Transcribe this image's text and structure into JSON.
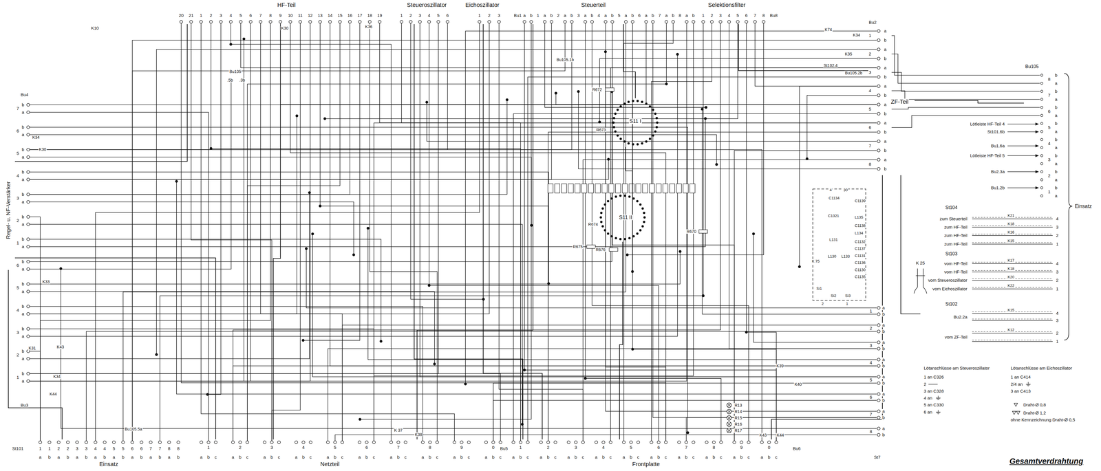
{
  "diagram": {
    "title": "Gesamtverdrahtung",
    "nodes": [
      {
        "text": [
          "HF-Teil"
        ]
      },
      {
        "text": [
          "Steueroszillator"
        ]
      },
      {
        "text": [
          "Eichoszillator"
        ]
      },
      {
        "text": [
          "Steuerteil"
        ]
      },
      {
        "text": [
          "Selektionsfilter"
        ]
      },
      {
        "text": [
          "ZF-Teil"
        ]
      },
      {
        "text": [
          "Regel- u. NF-Verstärker"
        ]
      },
      {
        "text": [
          "Einsatz"
        ]
      },
      {
        "text": [
          "Netzteil"
        ]
      },
      {
        "text": [
          "Frontplatte"
        ]
      },
      {
        "text": [
          "Bu105"
        ]
      },
      {
        "text": [
          "St104"
        ]
      },
      {
        "text": [
          "St103"
        ]
      },
      {
        "text": [
          "St102"
        ]
      },
      {
        "text": [
          "S11 I"
        ]
      },
      {
        "text": [
          "S11 II"
        ]
      }
    ],
    "edges": [
      {
        "from": 0,
        "to": 6,
        "arrow": "none"
      },
      {
        "from": 0,
        "to": 8,
        "arrow": "none"
      },
      {
        "from": 1,
        "to": 9,
        "arrow": "none"
      },
      {
        "from": 2,
        "to": 9,
        "arrow": "none"
      },
      {
        "from": 3,
        "to": 14,
        "arrow": "none"
      },
      {
        "from": 14,
        "to": 15,
        "arrow": "none"
      },
      {
        "from": 4,
        "to": 5,
        "arrow": "none"
      },
      {
        "from": 6,
        "to": 7,
        "arrow": "none"
      },
      {
        "from": 15,
        "to": 9,
        "arrow": "none"
      },
      {
        "from": 5,
        "to": 9,
        "arrow": "none"
      },
      {
        "from": 8,
        "to": 6,
        "arrow": "none"
      },
      {
        "from": 3,
        "to": 8,
        "arrow": "none"
      },
      {
        "from": 5,
        "to": 10,
        "arrow": "none"
      },
      {
        "from": 13,
        "to": 5,
        "arrow": "none"
      }
    ],
    "labels": [
      "20",
      "21",
      "1",
      "2",
      "3",
      "4",
      "5",
      "6",
      "7",
      "8",
      "9",
      "10",
      "11",
      "12",
      "13",
      "14",
      "15",
      "16",
      "17",
      "18",
      "19",
      "1",
      "2",
      "3",
      "4",
      "5",
      "6",
      "1",
      "2",
      "3",
      "Bu1",
      "a",
      "b",
      "1",
      "a",
      "b",
      "2",
      "a",
      "b",
      "3",
      "a",
      "b",
      "4",
      "a",
      "b",
      "5",
      "a",
      "b",
      "6",
      "a",
      "b",
      "7",
      "a",
      "b",
      "8",
      "a",
      "b",
      "1",
      "2",
      "3",
      "4",
      "5",
      "6",
      "7",
      "8",
      "Bu8",
      "Bu2",
      "a",
      "b",
      "a",
      "b",
      "a",
      "b",
      "a",
      "b",
      "a",
      "b",
      "a",
      "b",
      "a",
      "b",
      "a",
      "b",
      "1",
      "2",
      "3",
      "4",
      "5",
      "6",
      "7",
      "8",
      "b",
      "a",
      "b",
      "a",
      "b",
      "a",
      "b",
      "a",
      "b",
      "a",
      "b",
      "a",
      "b",
      "a",
      "b",
      "a",
      "8",
      "7",
      "6",
      "5",
      "4",
      "3",
      "2",
      "1",
      "Lötleiste HF-Teil 4",
      "St101.6b",
      "Bu1.6a",
      "Lötleiste HF-Teil 5",
      "Bu2.3a",
      "Bu1.2b",
      "Einsatz",
      "zum Steuerteil",
      "K21",
      "4",
      "zum HF-Teil",
      "K18",
      "3",
      "zum HF-Teil",
      "K16",
      "2",
      "zum HF-Teil",
      "K15",
      "1",
      "vom HF-Teil",
      "K17",
      "4",
      "vom HF-Teil",
      "K18",
      "3",
      "vom Steueroszillator",
      "K20",
      "2",
      "vom Eichoszillator",
      "K22",
      "1",
      "Bu2.2a",
      "K15",
      "4",
      "3",
      "vom ZF-Teil",
      "K12",
      "2",
      "1",
      "K 25",
      "Lötanschlüsse am Steueroszillator",
      "1 an C326",
      "2",
      "3 an C328",
      "4 an",
      "5 an C330",
      "6 an",
      "Lötanschlüsse am Eichoszillator",
      "1 an C414",
      "2/4 an",
      "3 an C413",
      "ohne Kennzeichnung Draht-Ø 0,5",
      "Bu4",
      "K10",
      "b",
      "a",
      "7",
      "b",
      "a",
      "6",
      "b",
      "a",
      "5",
      "b",
      "a",
      "4",
      "b",
      "a",
      "3",
      "b",
      "a",
      "2",
      "b",
      "a",
      "1",
      "b",
      "a",
      "6",
      "b",
      "a",
      "5",
      "b",
      "a",
      "4",
      "b",
      "a",
      "3",
      "b",
      "a",
      "2",
      "b",
      "a",
      "1",
      "Bu3",
      "K34",
      "K30",
      "K33",
      "K31",
      "K43",
      "K34",
      "K44",
      "K30",
      "K36",
      "Bu105",
      ".5b",
      ".3b",
      "Bu105.1b",
      "K74",
      "K34",
      "K35",
      "St102.4",
      "Bu105.2b",
      "R672",
      "R673",
      "R674",
      "R675",
      "R676",
      "R670",
      "4",
      "30",
      "C1134",
      "C1139",
      "C1321",
      "L135",
      "C1138",
      "L134",
      "L131",
      "C1132",
      "C1137",
      "C1131",
      "C1136",
      "L130",
      "L133",
      "C1130",
      "C1135",
      "K 75",
      "Si1",
      "Si2",
      "Si3",
      "2",
      "1",
      "Bu105.5a",
      "K 37",
      "K38",
      "R13",
      "R14",
      "R15",
      "R16",
      "R17",
      "K43",
      "K44",
      "K39",
      "K40",
      "St101",
      "1",
      "1",
      "2",
      "2",
      "3",
      "3",
      "4",
      "4",
      "5",
      "5",
      "6",
      "6",
      "7",
      "7",
      "8",
      "8",
      "a",
      "b",
      "a",
      "b",
      "a",
      "b",
      "a",
      "b",
      "a",
      "b",
      "a",
      "b",
      "a",
      "b",
      "a",
      "b",
      "1",
      "2",
      "3",
      "4",
      "5",
      "6",
      "7",
      "8",
      "9",
      "0",
      "a",
      "b",
      "c",
      "a",
      "b",
      "c",
      "a",
      "b",
      "c",
      "a",
      "b",
      "c",
      "a",
      "b",
      "c",
      "a",
      "b",
      "c",
      "a",
      "b",
      "c",
      "a",
      "b",
      "c",
      "a",
      "b",
      "c",
      "a",
      "b",
      "c",
      "Bu5",
      "1",
      "2",
      "3",
      "4",
      "5",
      "6",
      "7",
      "8",
      "9",
      "0",
      "a",
      "b",
      "c",
      "a",
      "b",
      "c",
      "a",
      "b",
      "c",
      "a",
      "b",
      "c",
      "a",
      "b",
      "c",
      "a",
      "b",
      "c",
      "a",
      "b",
      "c",
      "a",
      "b",
      "c",
      "a",
      "b",
      "c",
      "a",
      "b",
      "c",
      "Bu6",
      "1",
      "a",
      "b",
      "2",
      "a",
      "b",
      "3",
      "a",
      "b",
      "4",
      "a",
      "b",
      "5",
      "a",
      "b",
      "6",
      "a",
      "b",
      "7",
      "a",
      "b",
      "8",
      "a",
      "b",
      "St7"
    ],
    "legend": [
      {
        "text": "Draht-Ø 0,8"
      },
      {
        "text": "Draht-Ø 1,2"
      }
    ]
  }
}
